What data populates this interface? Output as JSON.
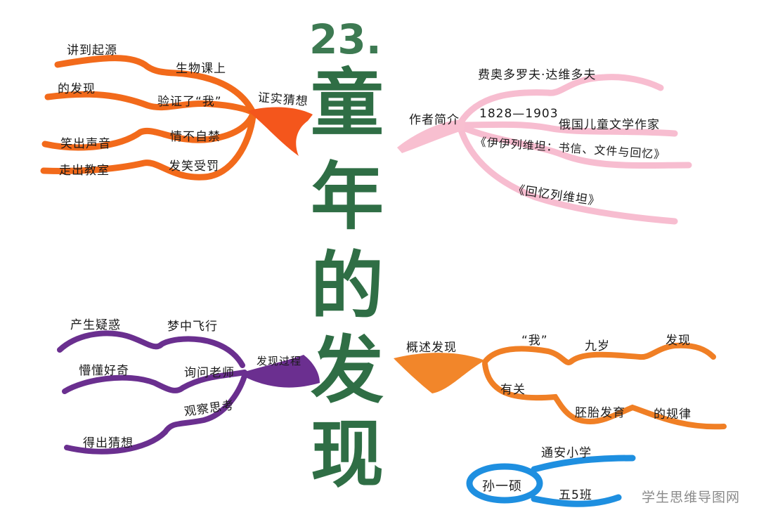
{
  "title": {
    "number": "23.",
    "chars": [
      "童",
      "年",
      "的",
      "发",
      "现"
    ],
    "color": "#2f6e45"
  },
  "branches": {
    "verify": {
      "color": "#f26a1b",
      "root": "证实猜想",
      "labels": [
        "讲到起源",
        "生物课上",
        "的发现",
        "验证了“我”",
        "笑出声音",
        "情不自禁",
        "走出教室",
        "发笑受罚"
      ]
    },
    "author": {
      "color": "#f7b6cb",
      "root": "作者简介",
      "labels": [
        "费奥多罗夫·达维多夫",
        "1828—1903",
        "俄国儿童文学作家",
        "《伊伊列维坦：书信、文件与回忆》",
        "《回忆列维坦》"
      ]
    },
    "process": {
      "color": "#6a2f8f",
      "root": "发现过程",
      "labels": [
        "产生疑惑",
        "梦中飞行",
        "懵懂好奇",
        "询问老师",
        "观察思考",
        "得出猜想"
      ]
    },
    "summary": {
      "color": "#f07f25",
      "root": "概述发现",
      "labels": [
        "“我”",
        "九岁",
        "发现",
        "有关",
        "胚胎发育",
        "的规律"
      ]
    },
    "student": {
      "color": "#1e8fe0",
      "root": "孙一硕",
      "labels": [
        "通安小学",
        "五5班"
      ]
    }
  },
  "watermark": "学生思维导图网"
}
